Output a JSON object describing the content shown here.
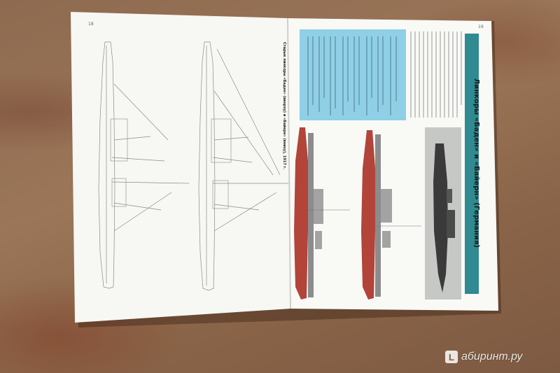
{
  "booklet": {
    "left_page_number": "18",
    "right_page_number": "19",
    "title_band_text": "Линкоры «Баден» и «Байерн» (Германия)",
    "side_caption": "Старые линкоры «Баден» (вверху) и «Байерн» (внизу), 1917 г.",
    "title_band_color": "#2f8a91",
    "hull_color": "#b2443a",
    "spec_box_color": "#8fd0e6"
  },
  "watermark": {
    "logo_letter": "L",
    "text": "абиринт.ру"
  }
}
